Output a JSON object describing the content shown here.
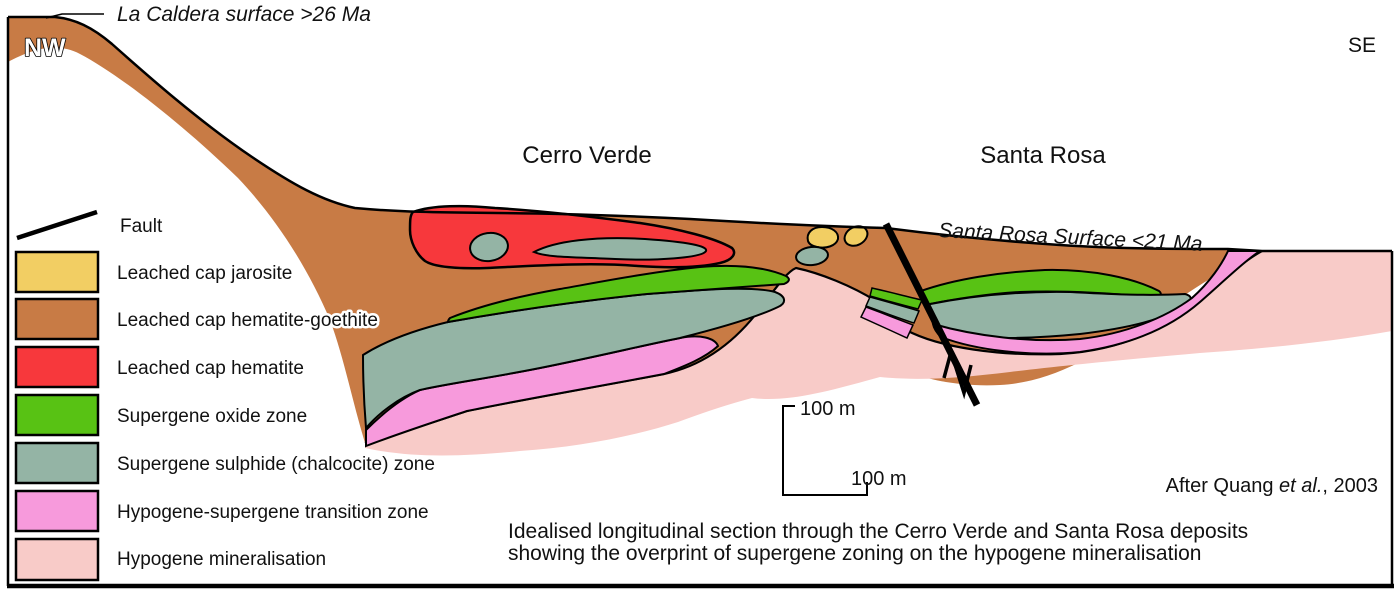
{
  "labels": {
    "nw": "NW",
    "se": "SE",
    "caldera_surface": "La Caldera surface >26 Ma",
    "cerro_verde": "Cerro Verde",
    "santa_rosa": "Santa Rosa",
    "santa_rosa_surface": "Santa Rosa Surface <21 Ma"
  },
  "scale_bar": {
    "vertical_label": "100 m",
    "horizontal_label": "100 m"
  },
  "attribution": {
    "prefix": "After Quang ",
    "italic": "et al.",
    "suffix": ", 2003"
  },
  "caption": {
    "line1": "Idealised longitudinal section through the Cerro Verde and Santa Rosa deposits",
    "line2": "showing the overprint of supergene zoning on the hypogene mineralisation"
  },
  "legend": {
    "items": [
      {
        "label": "Fault",
        "type": "line",
        "color": "#000000"
      },
      {
        "label": "Leached cap jarosite",
        "type": "fill",
        "color": "#F2CE63"
      },
      {
        "label": "Leached cap hematite-goethite",
        "type": "fill",
        "color": "#C87B45"
      },
      {
        "label": "Leached cap hematite",
        "type": "fill",
        "color": "#F7383C"
      },
      {
        "label": "Supergene oxide zone",
        "type": "fill",
        "color": "#58C214"
      },
      {
        "label": "Supergene sulphide (chalcocite) zone",
        "type": "fill",
        "color": "#94B4A5"
      },
      {
        "label": "Hypogene-supergene transition zone",
        "type": "fill",
        "color": "#F79ADC"
      },
      {
        "label": "Hypogene mineralisation",
        "type": "fill",
        "color": "#F8CBC8"
      }
    ]
  }
}
